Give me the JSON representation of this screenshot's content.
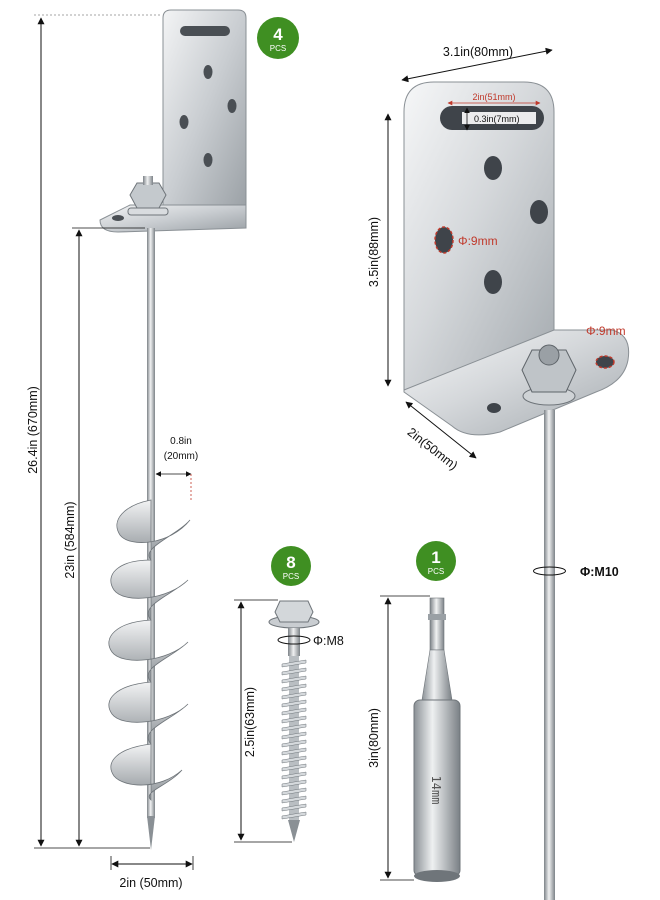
{
  "colors": {
    "badge_green": "#3f8f22",
    "dimension_line": "#111111",
    "highlight_red": "#c0392b",
    "steel_light": "#e6e8ea",
    "steel_dark": "#8d949a"
  },
  "anchor": {
    "badge": {
      "count": "4",
      "unit": "PCS"
    },
    "total_length": "26.4in (670mm)",
    "shaft_length": "23in (584mm)",
    "helix_gap": "0.8in",
    "helix_gap_mm": "(20mm)",
    "helix_diameter": "2in (50mm)"
  },
  "bracket_detail": {
    "width": "3.1in(80mm)",
    "slot_length": "2in(51mm)",
    "slot_width": "0.3in(7mm)",
    "side_hole": "Φ:9mm",
    "base_hole": "Φ:9mm",
    "height": "3.5in(88mm)",
    "depth": "2in(50mm)",
    "rod_thread": "Φ:M10"
  },
  "screw": {
    "badge": {
      "count": "8",
      "unit": "PCS"
    },
    "thread": "Φ:M8",
    "length": "2.5in(63mm)"
  },
  "driver": {
    "badge": {
      "count": "1",
      "unit": "PCS"
    },
    "length": "3in(80mm)",
    "socket_marking": "14mm"
  }
}
